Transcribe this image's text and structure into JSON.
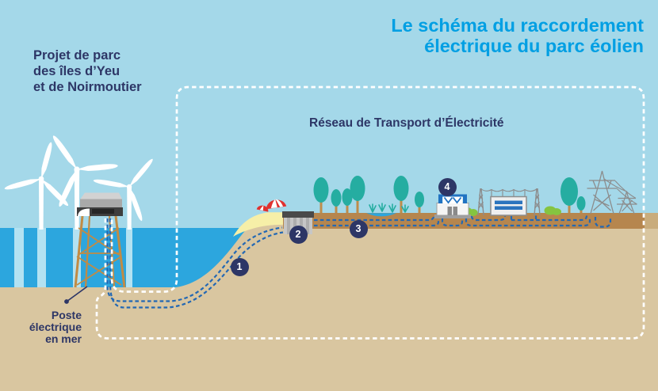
{
  "header": {
    "title": "Le schéma du raccordement\nélectrique du parc éolien",
    "project_label": "Projet de parc\ndes îles d’Yeu\net de Noirmoutier"
  },
  "rte_zone": {
    "label": "Réseau de Transport d’Électricité"
  },
  "offshore_substation": {
    "label": "Poste\nélectrique\nen mer"
  },
  "markers": [
    {
      "number": "1"
    },
    {
      "number": "2"
    },
    {
      "number": "3"
    },
    {
      "number": "4"
    }
  ],
  "scene_elements": [
    "wind-turbines",
    "offshore-substation-platform",
    "sea",
    "seabed",
    "subsea-export-cables-dashed",
    "rte-zone-boundary-dashed",
    "beach-dune",
    "beach-umbrellas",
    "landfall-junction-box",
    "underground-cables-dashed",
    "trees",
    "grass-tufts",
    "pond",
    "bushes",
    "onshore-substation-building",
    "gantry-structure",
    "transformer-building",
    "power-pylons"
  ],
  "colors": {
    "sky": "#A4D8E9",
    "sea": "#2CA6DE",
    "sand": "#D9C6A0",
    "topsoil": "#B6864E",
    "topsoil_outside_zone": "#C9AC7C",
    "dune": "#F6EFA8",
    "tree_teal": "#25ADA1",
    "bush_green": "#85C440",
    "navy_text": "#2D3666",
    "title_cyan": "#009FE3",
    "cable_blue": "#2368B4",
    "boundary_white": "#FFFFFF",
    "structure_grey": "#8C8C8C",
    "jacket_orange": "#C18B44",
    "umbrella_red": "#E0312F",
    "building_blue": "#2173C2"
  }
}
